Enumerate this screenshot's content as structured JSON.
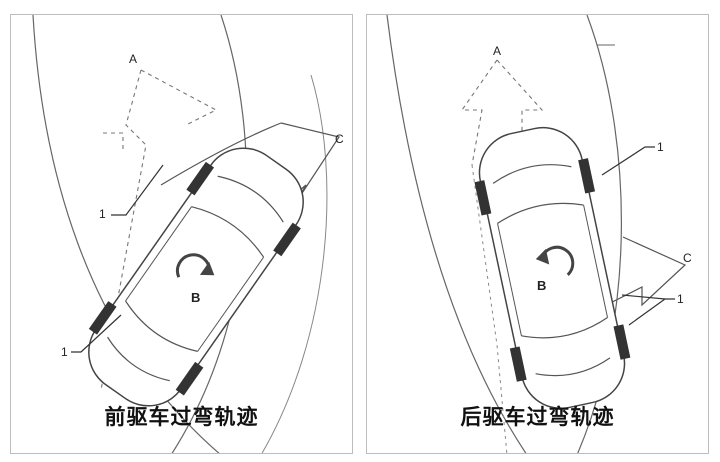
{
  "panels": [
    {
      "caption": "前驱车过弯轨迹",
      "labels": {
        "a": "A",
        "b": "B",
        "c": "C",
        "callout_top": "1",
        "callout_bottom": "1"
      }
    },
    {
      "caption": "后驱车过弯轨迹",
      "labels": {
        "a": "A",
        "b": "B",
        "c": "C",
        "callout_top": "1",
        "callout_bottom": "1"
      }
    }
  ],
  "colors": {
    "line": "#555555",
    "caption": "#111111",
    "border": "#bdbdbd"
  }
}
